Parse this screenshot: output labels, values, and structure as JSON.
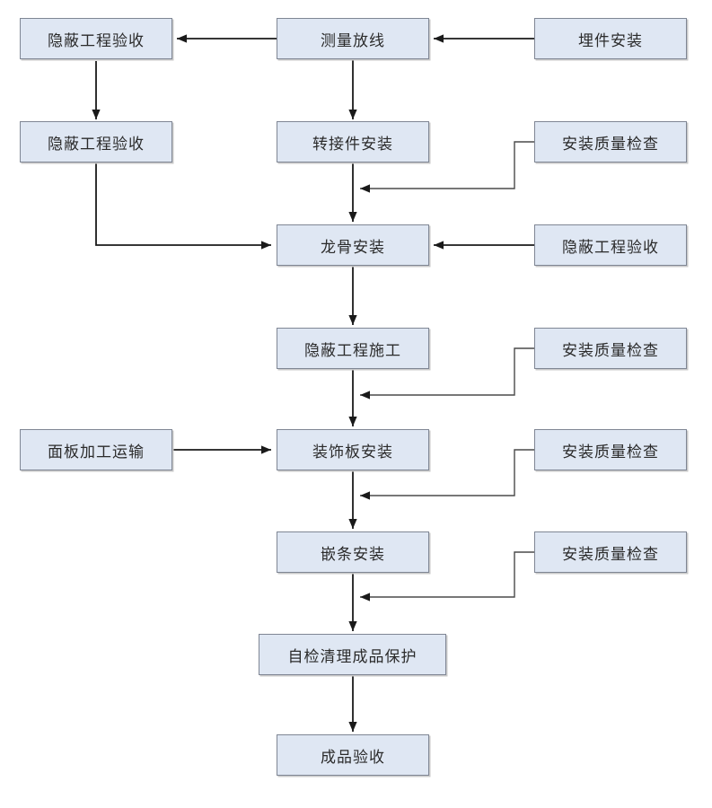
{
  "diagram": {
    "type": "flowchart",
    "colors": {
      "node_fill": "#dfe7f3",
      "node_border": "#7f8694",
      "arrow_color": "#1a1a1a",
      "background": "#ffffff"
    },
    "nodes": [
      {
        "id": "hidden-work-acceptance-top",
        "label": "隐蔽工程验收"
      },
      {
        "id": "survey-layout",
        "label": "测量放线"
      },
      {
        "id": "embedded-parts-installation",
        "label": "埋件安装"
      },
      {
        "id": "hidden-work-acceptance-left",
        "label": "隐蔽工程验收"
      },
      {
        "id": "adapter-installation",
        "label": "转接件安装"
      },
      {
        "id": "installation-quality-check-1",
        "label": "安装质量检查"
      },
      {
        "id": "keel-installation",
        "label": "龙骨安装"
      },
      {
        "id": "hidden-work-acceptance-right",
        "label": "隐蔽工程验收"
      },
      {
        "id": "hidden-work-construction",
        "label": "隐蔽工程施工"
      },
      {
        "id": "installation-quality-check-2",
        "label": "安装质量检查"
      },
      {
        "id": "panel-processing-transport",
        "label": "面板加工运输"
      },
      {
        "id": "decorative-panel-installation",
        "label": "装饰板安装"
      },
      {
        "id": "installation-quality-check-3",
        "label": "安装质量检查"
      },
      {
        "id": "trim-strip-installation",
        "label": "嵌条安装"
      },
      {
        "id": "installation-quality-check-4",
        "label": "安装质量检查"
      },
      {
        "id": "self-check-cleanup-product-protection",
        "label": "自检清理成品保护"
      },
      {
        "id": "finished-product-acceptance",
        "label": "成品验收"
      }
    ],
    "edges": [
      {
        "from": "embedded-parts-installation",
        "to": "survey-layout"
      },
      {
        "from": "survey-layout",
        "to": "hidden-work-acceptance-top"
      },
      {
        "from": "hidden-work-acceptance-top",
        "to": "hidden-work-acceptance-left"
      },
      {
        "from": "survey-layout",
        "to": "adapter-installation"
      },
      {
        "from": "adapter-installation",
        "to": "keel-installation"
      },
      {
        "from": "installation-quality-check-1",
        "to": "keel-installation"
      },
      {
        "from": "hidden-work-acceptance-left",
        "to": "keel-installation"
      },
      {
        "from": "hidden-work-acceptance-right",
        "to": "keel-installation"
      },
      {
        "from": "keel-installation",
        "to": "hidden-work-construction"
      },
      {
        "from": "installation-quality-check-2",
        "to": "decorative-panel-installation"
      },
      {
        "from": "hidden-work-construction",
        "to": "decorative-panel-installation"
      },
      {
        "from": "panel-processing-transport",
        "to": "decorative-panel-installation"
      },
      {
        "from": "decorative-panel-installation",
        "to": "trim-strip-installation"
      },
      {
        "from": "installation-quality-check-3",
        "to": "trim-strip-installation"
      },
      {
        "from": "trim-strip-installation",
        "to": "self-check-cleanup-product-protection"
      },
      {
        "from": "installation-quality-check-4",
        "to": "self-check-cleanup-product-protection"
      },
      {
        "from": "self-check-cleanup-product-protection",
        "to": "finished-product-acceptance"
      }
    ]
  }
}
